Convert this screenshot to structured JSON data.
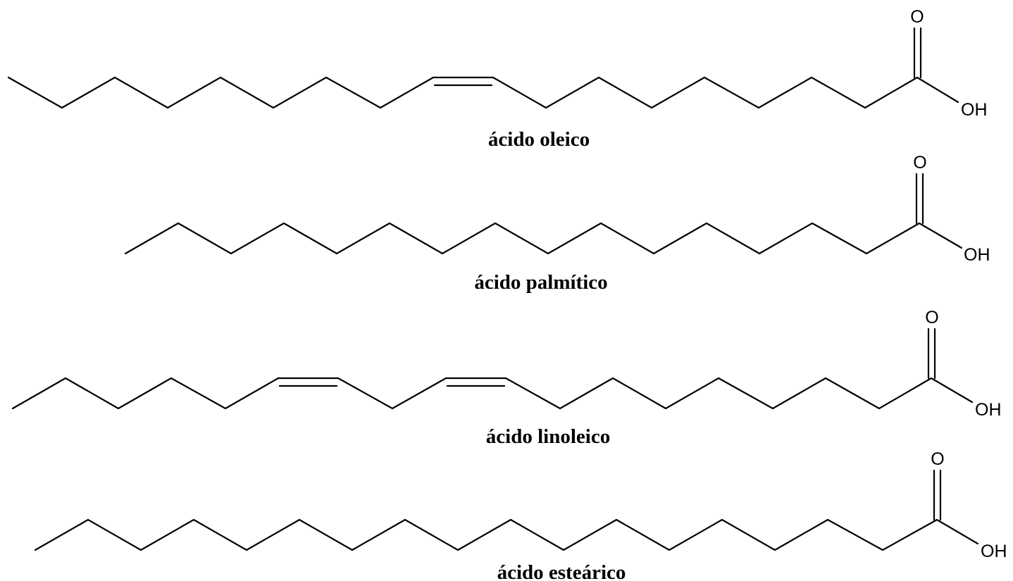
{
  "molecules": [
    {
      "id": "oleic",
      "name": "ácido oleico",
      "oxygen_label": "O",
      "hydroxyl_label": "OH",
      "carbon_count": 18,
      "double_bonds": [
        "C9=C10"
      ]
    },
    {
      "id": "palmitic",
      "name": "ácido palmítico",
      "oxygen_label": "O",
      "hydroxyl_label": "OH",
      "carbon_count": 16,
      "double_bonds": []
    },
    {
      "id": "linoleic",
      "name": "ácido linoleico",
      "oxygen_label": "O",
      "hydroxyl_label": "OH",
      "carbon_count": 18,
      "double_bonds": [
        "C9=C10",
        "C12=C13"
      ]
    },
    {
      "id": "stearic",
      "name": "ácido esteárico",
      "oxygen_label": "O",
      "hydroxyl_label": "OH",
      "carbon_count": 18,
      "double_bonds": []
    }
  ]
}
